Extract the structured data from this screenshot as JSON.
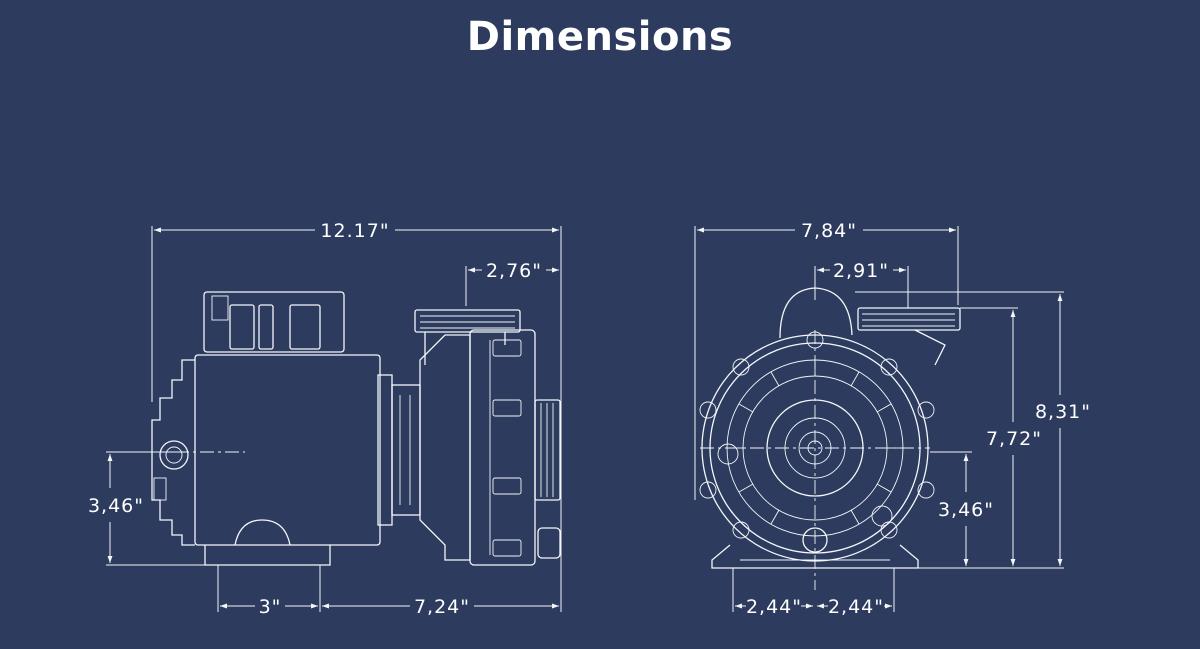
{
  "title": "Dimensions",
  "side_view": {
    "overall_length": "12.17\"",
    "outlet_offset": "2,76\"",
    "shaft_height": "3,46\"",
    "base_left": "3\"",
    "base_right": "7,24\""
  },
  "front_view": {
    "overall_width": "7,84\"",
    "outlet_offset": "2,91\"",
    "overall_height": "8,31\"",
    "outlet_height": "7,72\"",
    "shaft_height": "3,46\"",
    "base_left": "2,44\"",
    "base_right": "2,44\""
  }
}
